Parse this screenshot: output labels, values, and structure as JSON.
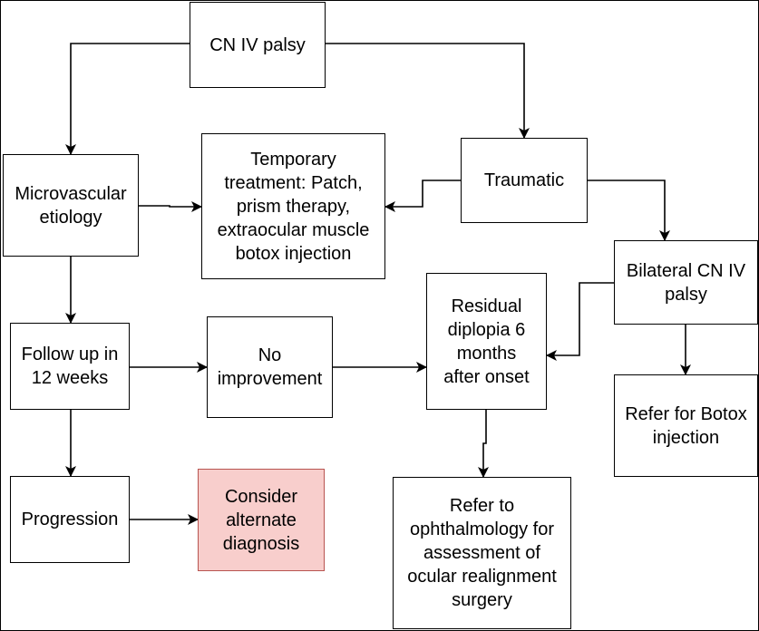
{
  "nodes": {
    "cn4": "CN IV palsy",
    "microvascular": "Microvascular\netiology",
    "temporary": "Temporary\ntreatment: Patch,\nprism therapy,\nextraocular muscle\nbotox injection",
    "traumatic": "Traumatic",
    "bilateral": "Bilateral CN IV\npalsy",
    "followup": "Follow up in\n12 weeks",
    "noimprovement": "No\nimprovement",
    "residual": "Residual\ndiplopia 6\nmonths\nafter onset",
    "botox": "Refer for Botox\ninjection",
    "progression": "Progression",
    "alternate": "Consider\nalternate\ndiagnosis",
    "ophthalmology": "Refer to\nophthalmology for\nassessment of\nocular realignment\nsurgery"
  },
  "colors": {
    "highlight_fill": "#f8cecc",
    "highlight_border": "#b85450",
    "line": "#000000"
  }
}
